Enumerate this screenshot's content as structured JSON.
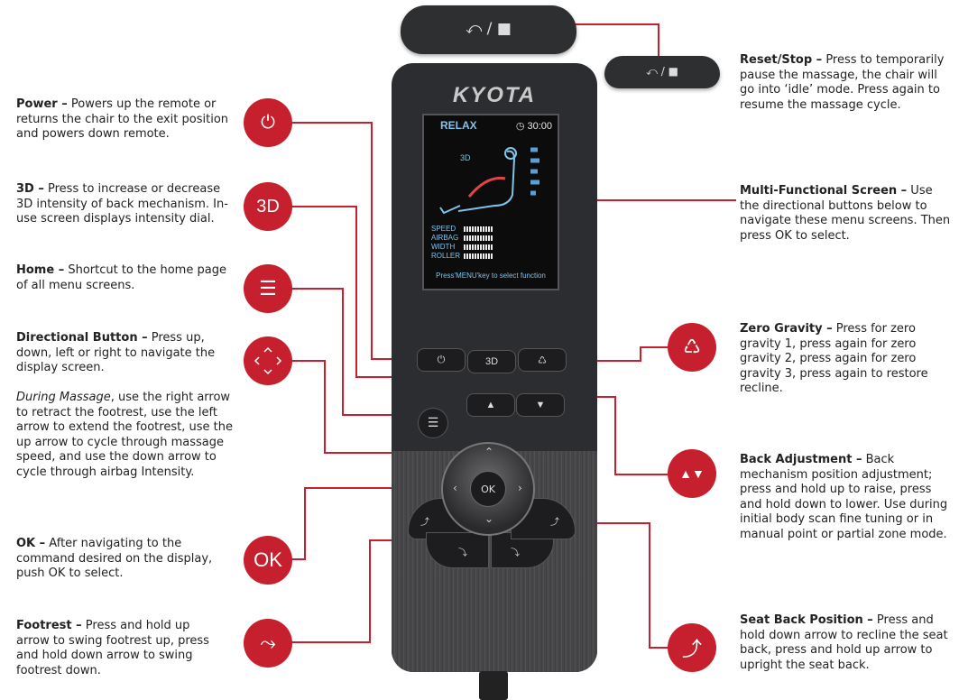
{
  "brand": "KYOTA",
  "screen": {
    "title": "RELAX",
    "timer": "30:00",
    "badge_3d": "3D",
    "stats": [
      "SPEED",
      "AIRBAG",
      "WIDTH",
      "ROLLER"
    ],
    "footer": "Press'MENU'key to select function"
  },
  "remote_buttons": {
    "threed": "3D",
    "ok": "OK"
  },
  "reset_stop": {
    "symbols": "⤺ / ■",
    "title": "Reset/Stop –",
    "text": " Press to temporarily pause the massage, the chair will go into ‘idle’ mode. Press again to resume the massage cycle."
  },
  "multi_screen": {
    "title": "Multi-Functional Screen –",
    "text": " Use the directional buttons below to navigate these menu screens. Then press OK to select."
  },
  "zero_gravity": {
    "title": "Zero Gravity –",
    "text": " Press for zero gravity 1, press again for zero gravity 2, press again for zero gravity 3, press again to restore recline."
  },
  "back_adjust": {
    "title": "Back Adjustment –",
    "text": " Back mechanism position adjustment; press and hold up to raise, press and hold down to lower. Use during initial body scan fine tuning or in manual point or partial zone mode."
  },
  "seat_back": {
    "title": "Seat Back Position –",
    "text": " Press and hold down arrow to recline the seat back, press and hold up arrow to upright the seat back."
  },
  "power": {
    "title": "Power –",
    "text": " Powers up the remote or returns the chair to the exit position and powers down remote."
  },
  "three_d": {
    "title": "3D –",
    "text": " Press to increase or decrease 3D intensity of back mechanism. In-use screen displays intensity dial.",
    "button": "3D"
  },
  "home": {
    "title": "Home –",
    "text": " Shortcut to the home page of all menu screens."
  },
  "directional": {
    "title": "Directional Button –",
    "text": " Press up, down, left or right to navigate the display screen.",
    "during_title": "During Massage",
    "during_text": ", use the right arrow to retract the footrest, use the left arrow to extend the footrest, use the up arrow to cycle through massage speed, and use the down arrow to cycle through airbag Intensity."
  },
  "ok": {
    "title": "OK –",
    "text": " After navigating to the command desired on the display, push OK to select.",
    "button": "OK"
  },
  "footrest": {
    "title": "Footrest –",
    "text": " Press and hold up arrow to swing footrest up, press and hold down arrow to swing footrest down."
  },
  "colors": {
    "accent": "#c61f2d",
    "remote_body": "#2c2d30",
    "screen_text": "#7fc3ea"
  }
}
